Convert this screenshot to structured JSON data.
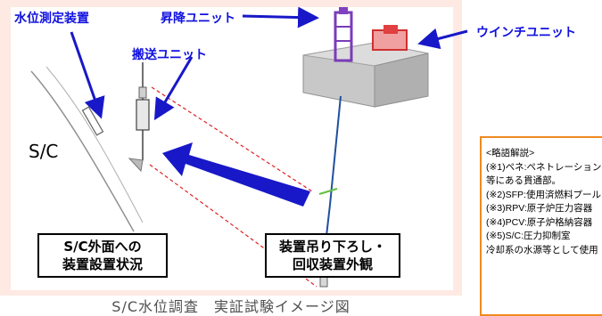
{
  "labels": {
    "water_level_device": "水位測定装置",
    "lift_unit": "昇降ユニット",
    "transport_unit": "搬送ユニット",
    "winch_unit": "ウインチユニット",
    "sc": "S/C"
  },
  "boxes": {
    "outer_install": [
      "S/C外面への",
      "装置設置状況"
    ],
    "lowering_device": [
      "装置吊り下ろし・",
      "回収装置外観"
    ]
  },
  "caption": "S/C水位調査　実証試験イメージ図",
  "notes": {
    "title": "<略語解説>",
    "lines": [
      "(※1)ペネ:ペネトレーション",
      "等にある貫通部。",
      "(※2)SFP:使用済燃料プール",
      "(※3)RPV:原子炉圧力容器",
      "(※4)PCV:原子炉格納容器",
      "(※5)S/C:圧力抑制室",
      "冷却系の水源等として使用"
    ]
  },
  "colors": {
    "label_blue": "#1010e0",
    "arrow_blue": "#1818c8",
    "panel_pink": "#ffe9e3",
    "note_border": "#f08a20"
  }
}
